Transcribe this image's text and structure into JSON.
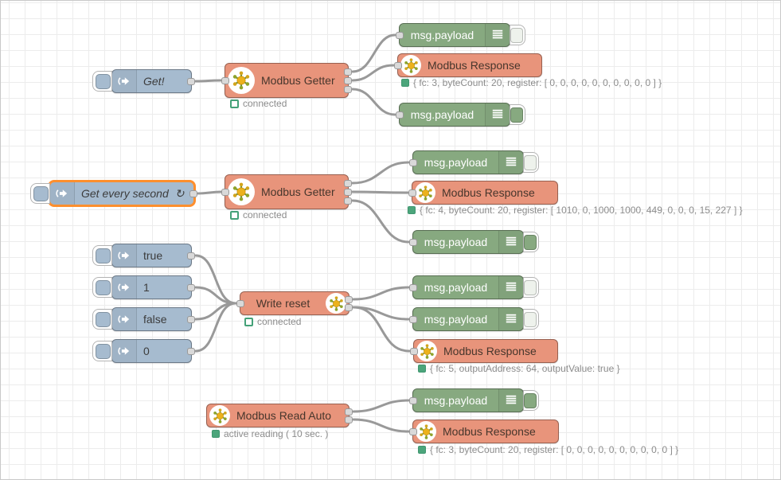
{
  "editor": {
    "type": "Node-RED flow editor canvas"
  },
  "colors": {
    "inject_fill": "#a6bbcf",
    "modbus_fill": "#e8947b",
    "debug_fill": "#87a980",
    "wire": "#999999",
    "selection": "#ff8f2e",
    "status_green": "#4ca57b",
    "status_text": "#8c8c8c",
    "grid_line": "#ececec"
  },
  "icons": {
    "inject": "arrow-right-icon",
    "debug": "list-lines-icon",
    "modbus": "flower-hub-icon",
    "repeat": "repeat-icon"
  },
  "nodes": {
    "inject_get": {
      "label": "Get!"
    },
    "inject_every_second": {
      "label": "Get every second",
      "repeat_glyph": "↻"
    },
    "inject_true": {
      "label": "true"
    },
    "inject_1": {
      "label": "1"
    },
    "inject_false": {
      "label": "false"
    },
    "inject_0": {
      "label": "0"
    },
    "modbus_getter_1": {
      "label": "Modbus Getter",
      "status": "connected"
    },
    "modbus_getter_2": {
      "label": "Modbus Getter",
      "status": "connected"
    },
    "write_reset": {
      "label": "Write reset",
      "status": "connected"
    },
    "modbus_read_auto": {
      "label": "Modbus Read Auto",
      "status": "active reading ( 10 sec. )"
    },
    "debug_top_1": {
      "label": "msg.payload",
      "enabled": false
    },
    "debug_top_2": {
      "label": "msg.payload",
      "enabled": true
    },
    "debug_mid_1": {
      "label": "msg.payload",
      "enabled": false
    },
    "debug_mid_2": {
      "label": "msg.payload",
      "enabled": true
    },
    "debug_write_1": {
      "label": "msg.payload",
      "enabled": false
    },
    "debug_write_2": {
      "label": "msg.payload",
      "enabled": false
    },
    "debug_auto": {
      "label": "msg.payload",
      "enabled": true
    },
    "response_1": {
      "label": "Modbus Response",
      "status": "{ fc: 3, byteCount: 20, register: [ 0, 0, 0, 0, 0, 0, 0, 0, 0, 0 ] }"
    },
    "response_2": {
      "label": "Modbus Response",
      "status": "{ fc: 4, byteCount: 20, register: [ 1010, 0, 1000, 1000, 449, 0, 0, 0, 15, 227 ] }"
    },
    "response_3": {
      "label": "Modbus Response",
      "status": "{ fc: 5, outputAddress: 64, outputValue: true }"
    },
    "response_4": {
      "label": "Modbus Response",
      "status": "{ fc: 3, byteCount: 20, register: [ 0, 0, 0, 0, 0, 0, 0, 0, 0, 0 ] }"
    }
  }
}
